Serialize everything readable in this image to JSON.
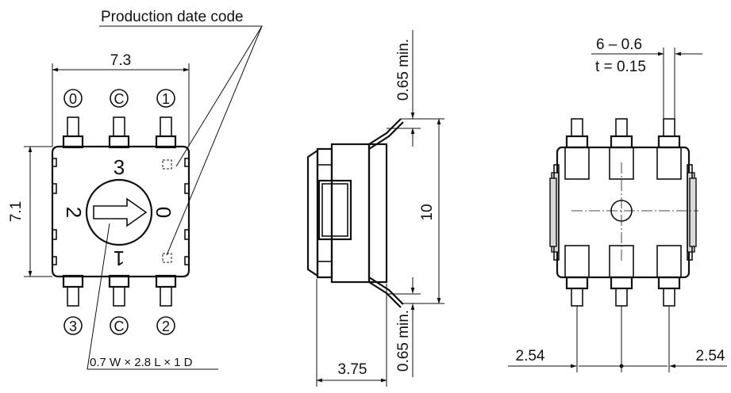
{
  "labels": {
    "production_date_code": "Production date code",
    "width_top": "7.3",
    "height_left": "7.1",
    "pin_top_left": "0",
    "pin_top_mid": "C",
    "pin_top_right": "1",
    "pin_bot_left": "3",
    "pin_bot_mid": "C",
    "pin_bot_right": "2",
    "dial_3": "3",
    "dial_2": "2",
    "dial_0": "0",
    "dial_1": "1",
    "slot_dim": "0.7 W × 2.8 L × 1 D",
    "side_min_top": "0.65 min.",
    "side_min_bottom": "0.65 min.",
    "side_height": "10",
    "side_depth": "3.75",
    "lead_pitch": "6 – 0.6",
    "lead_thickness": "t = 0.15",
    "pitch_left": "2.54",
    "pitch_right": "2.54"
  }
}
